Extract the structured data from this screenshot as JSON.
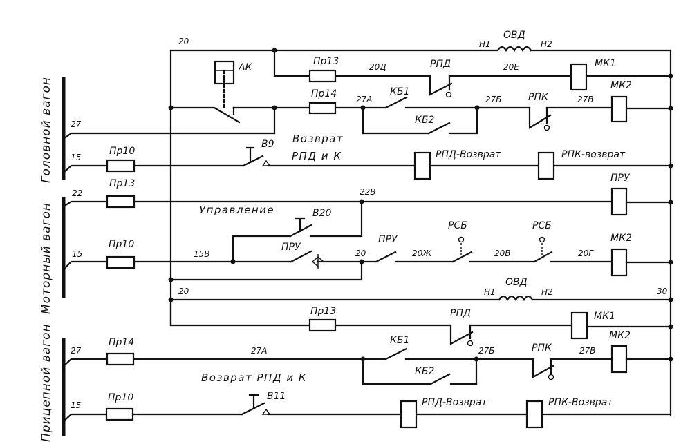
{
  "title": "Schematic of motor-compressor control circuits (head, motor and trailer cars)",
  "sections": {
    "head_car": "Головной вагон",
    "motor_car": "Моторный вагон",
    "trailer_car": "Прицепной вагон"
  },
  "wires": {
    "w20_top": "20",
    "w27_head": "27",
    "w15_head": "15",
    "w20d": "20Д",
    "w20e": "20Е",
    "w27a_head": "27А",
    "w27b_head": "27Б",
    "w27v_head": "27В",
    "w22": "22",
    "w22v": "22В",
    "w15_motor": "15",
    "w15v": "15В",
    "w20_motor": "20",
    "w20zh": "20Ж",
    "w20v": "20В",
    "w20g": "20Г",
    "w20_lower": "20",
    "w30": "30",
    "w27_trailer": "27",
    "w15_trailer": "15",
    "w27a_trailer": "27А",
    "w27b_trailer": "27Б",
    "w27v_trailer": "27В"
  },
  "components": {
    "fuse_pr13_head": "Пр13",
    "fuse_pr14_head": "Пр14",
    "fuse_pr10_head": "Пр10",
    "fuse_pr13_motor": "Пр13",
    "fuse_pr10_motor": "Пр10",
    "fuse_pr13_lower": "Пр13",
    "fuse_pr14_trailer": "Пр14",
    "fuse_pr10_trailer": "Пр10",
    "ak": "АК",
    "ovd_head": "ОВД",
    "ovd_motor": "ОВД",
    "h1_head": "Н1",
    "h2_head": "Н2",
    "h1_motor": "Н1",
    "h2_motor": "Н2",
    "rpd_head": "РПД",
    "rpd_trailer": "РПД",
    "rpk_head": "РПК",
    "rpk_trailer": "РПК",
    "mk1_head": "МК1",
    "mk2_head": "МК2",
    "mk2_motor": "МК2",
    "mk1_trailer": "МК1",
    "mk2_trailer": "МК2",
    "kb1_head": "КБ1",
    "kb2_head": "КБ2",
    "kb1_trailer": "КБ1",
    "kb2_trailer": "КБ2",
    "v9": "В9",
    "v20": "В20",
    "v11": "В11",
    "pru_coil": "ПРУ",
    "pru_contact_a": "ПРУ",
    "pru_contact_b": "ПРУ",
    "rsb_1": "РСБ",
    "rsb_2": "РСБ",
    "rpd_return_head": "РПД-Возврат",
    "rpk_return_head": "РПК-возврат",
    "rpd_return_trailer": "РПД-Возврат",
    "rpk_return_trailer": "РПК-Возврат"
  },
  "notes": {
    "return_head_line1": "Возврат",
    "return_head_line2": "РПД и К",
    "control": "Управление",
    "return_trailer": "Возврат РПД и К"
  }
}
